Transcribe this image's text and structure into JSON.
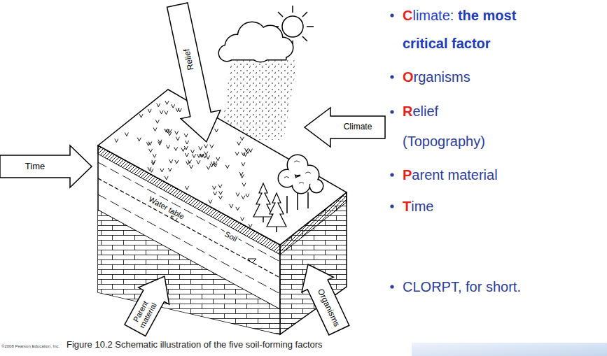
{
  "diagram": {
    "caption": "Figure 10.2 Schematic illustration of the five soil-forming factors",
    "labels": [
      "Relief",
      "Climate",
      "Time",
      "Water table",
      "Soil",
      "Parent material",
      "Organisms",
      "Climate:",
      "the most critical factor",
      "Organisms",
      "Relief (Topography)",
      "Parent material",
      "Time",
      "CLORPT, for short.",
      "©2008 Pearson Education, Inc."
    ]
  }
}
